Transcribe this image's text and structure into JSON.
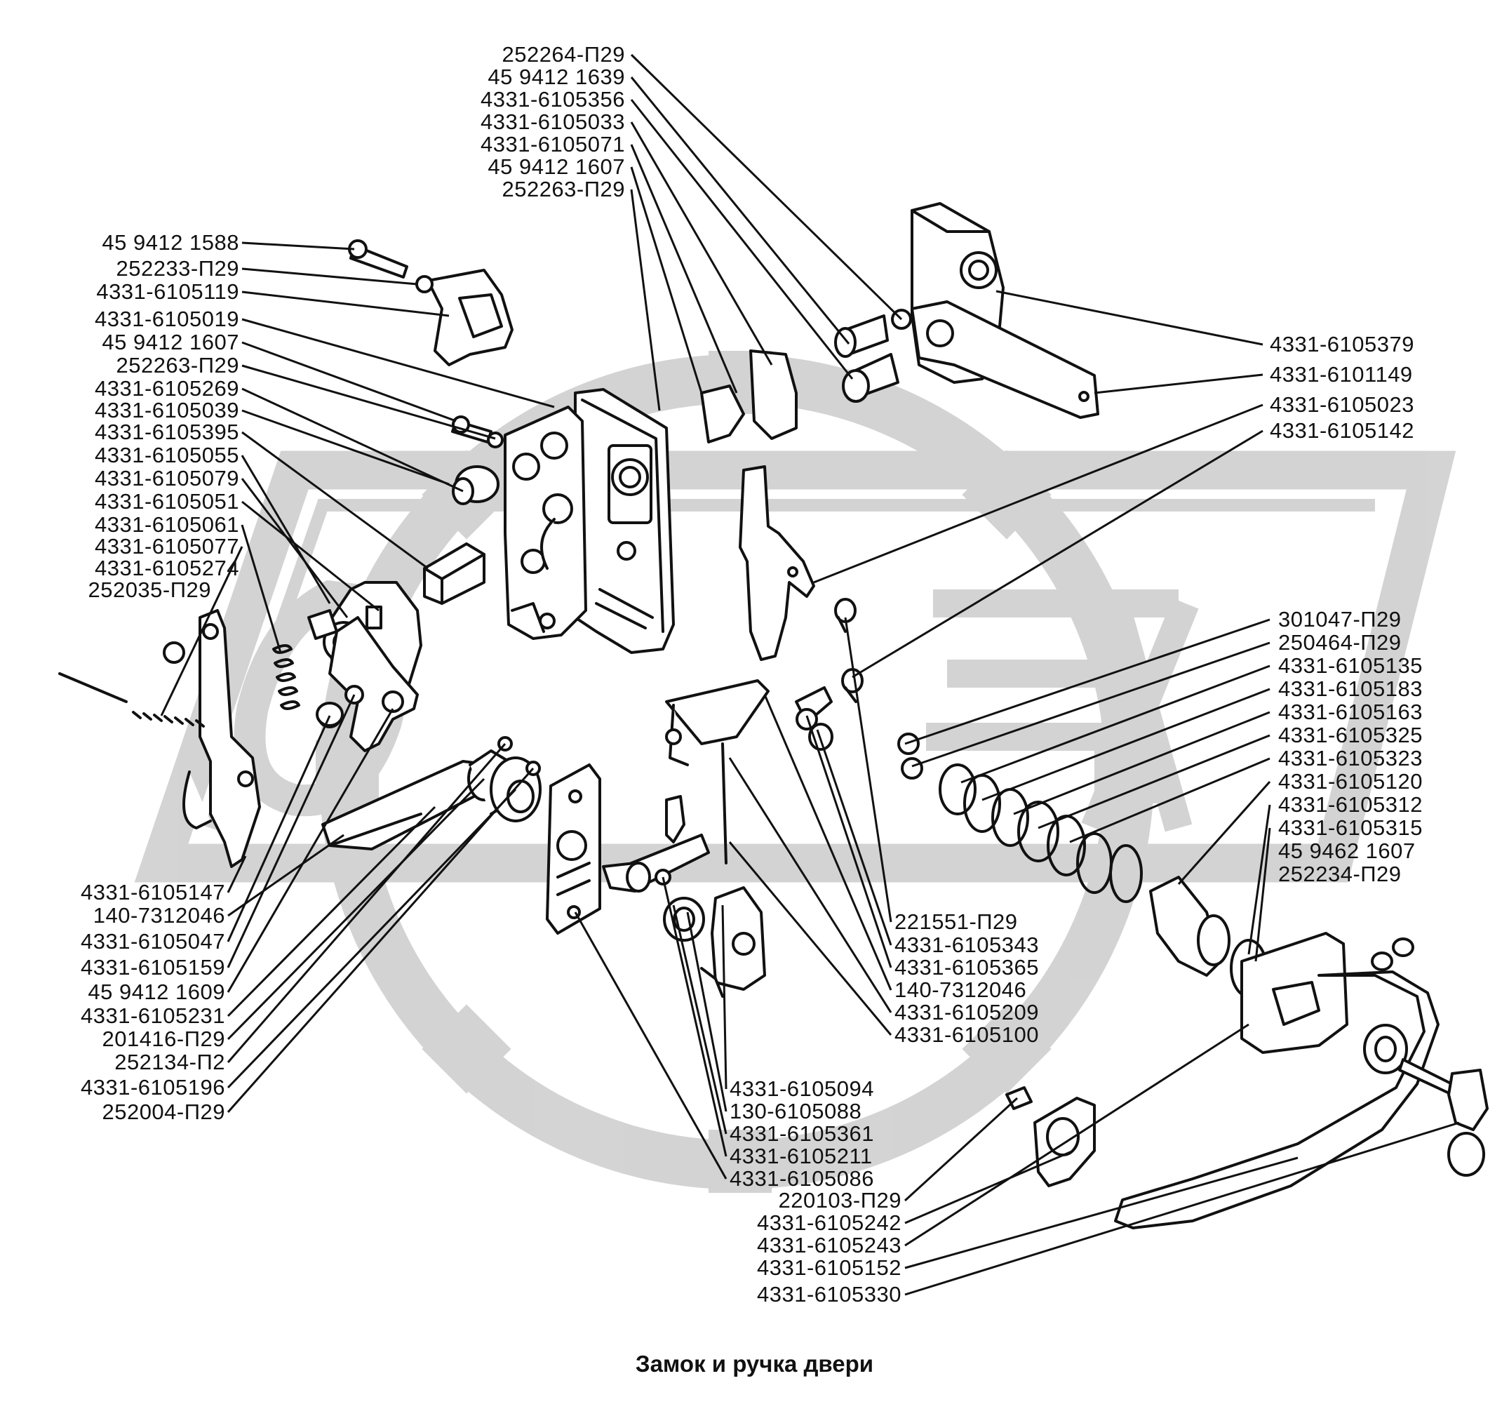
{
  "title": "Замок и ручка двери",
  "watermark_color": "#cfcfcf",
  "line_color": "#111111",
  "labels": {
    "l_01": "252264-П29",
    "l_02": "45 9412 1639",
    "l_03": "4331-6105356",
    "l_04": "4331-6105033",
    "l_05": "4331-6105071",
    "l_06": "45 9412 1607",
    "l_07": "252263-П29",
    "l_08": "45 9412 1588",
    "l_09": "252233-П29",
    "l_10": "4331-6105119",
    "l_11": "4331-6105019",
    "l_12": "45 9412 1607",
    "l_13": "252263-П29",
    "l_14": "4331-6105269",
    "l_15": "4331-6105039",
    "l_16": "4331-6105395",
    "l_17": "4331-6105055",
    "l_18": "4331-6105079",
    "l_19": "4331-6105051",
    "l_20": "4331-6105061",
    "l_21": "4331-6105077",
    "l_22": "4331-6105274",
    "l_23": "252035-П29",
    "l_24": "4331-6105147",
    "l_25": "140-7312046",
    "l_26": "4331-6105047",
    "l_27": "4331-6105159",
    "l_28": "45 9412 1609",
    "l_29": "4331-6105231",
    "l_30": "201416-П29",
    "l_31": "252134-П2",
    "l_32": "4331-6105196",
    "l_33": "252004-П29",
    "r_01": "4331-6105379",
    "r_02": "4331-6101149",
    "r_03": "4331-6105023",
    "r_04": "4331-6105142",
    "r_05": "301047-П29",
    "r_06": "250464-П29",
    "r_07": "4331-6105135",
    "r_08": "4331-6105183",
    "r_09": "4331-6105163",
    "r_10": "4331-6105325",
    "r_11": "4331-6105323",
    "r_12": "4331-6105120",
    "r_13": "4331-6105312",
    "r_14": "4331-6105315",
    "r_15": "45 9462 1607",
    "r_16": "252234-П29",
    "m_01": "221551-П29",
    "m_02": "4331-6105343",
    "m_03": "4331-6105365",
    "m_04": "140-7312046",
    "m_05": "4331-6105209",
    "m_06": "4331-6105100",
    "b_01": "4331-6105094",
    "b_02": "130-6105088",
    "b_03": "4331-6105361",
    "b_04": "4331-6105211",
    "b_05": "4331-6105086",
    "c_01": "220103-П29",
    "c_02": "4331-6105242",
    "c_03": "4331-6105243",
    "c_04": "4331-6105152",
    "c_05": "4331-6105330"
  }
}
